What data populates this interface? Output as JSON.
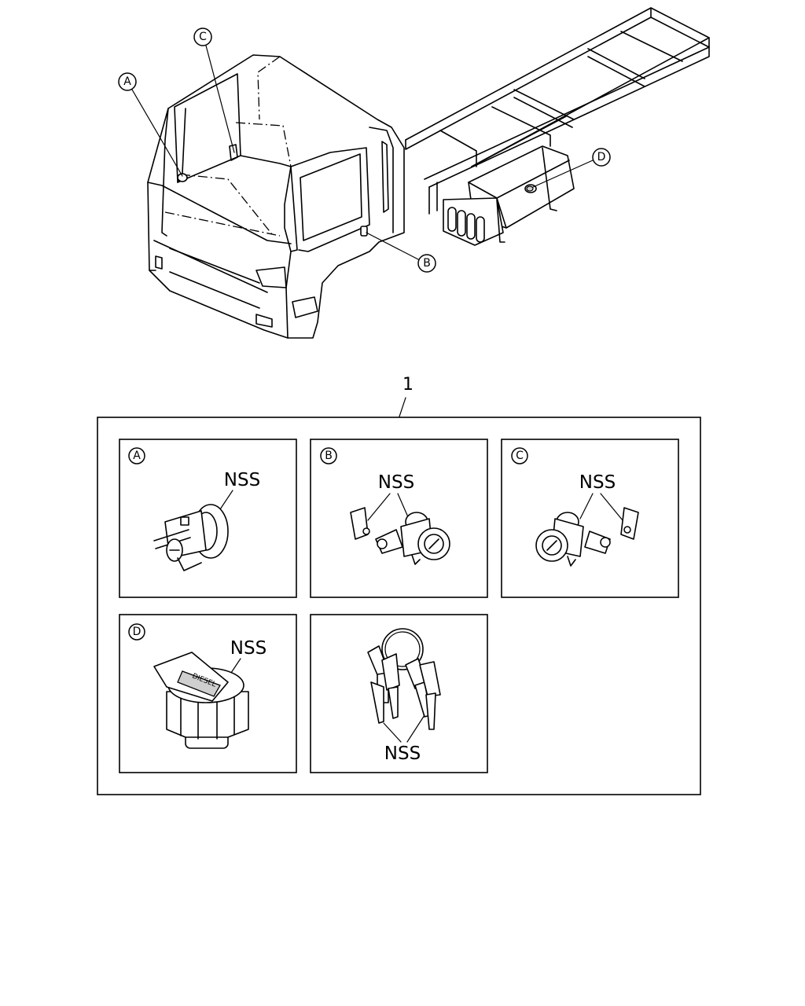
{
  "callouts": {
    "a": "A",
    "b": "B",
    "c": "C",
    "d": "D"
  },
  "assembly_number": "1",
  "panels": {
    "a": {
      "letter": "A",
      "part_label": "NSS"
    },
    "b": {
      "letter": "B",
      "part_label": "NSS"
    },
    "c": {
      "letter": "C",
      "part_label": "NSS"
    },
    "d": {
      "letter": "D",
      "part_label": "NSS",
      "cap_text": "DIESEL"
    },
    "keys": {
      "part_label": "NSS"
    }
  }
}
